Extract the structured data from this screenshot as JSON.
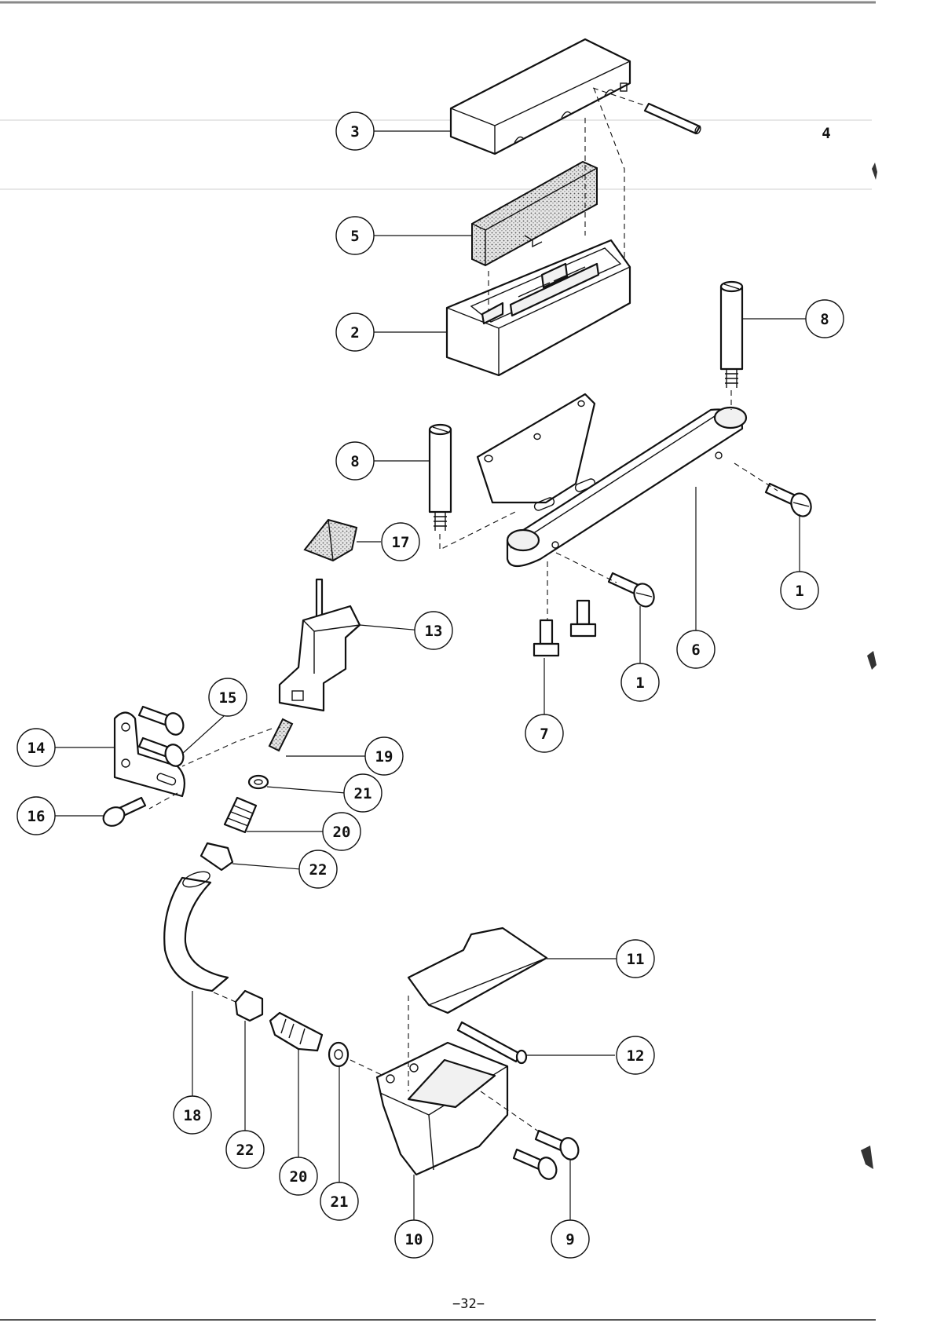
{
  "page_number": "−32−",
  "callouts": [
    {
      "id": "c3",
      "label": "3"
    },
    {
      "id": "c4",
      "label": "4"
    },
    {
      "id": "c5",
      "label": "5"
    },
    {
      "id": "c2",
      "label": "2"
    },
    {
      "id": "c8a",
      "label": "8"
    },
    {
      "id": "c8b",
      "label": "8"
    },
    {
      "id": "c17",
      "label": "17"
    },
    {
      "id": "c1a",
      "label": "1"
    },
    {
      "id": "c1b",
      "label": "1"
    },
    {
      "id": "c6",
      "label": "6"
    },
    {
      "id": "c13",
      "label": "13"
    },
    {
      "id": "c7",
      "label": "7"
    },
    {
      "id": "c15",
      "label": "15"
    },
    {
      "id": "c14",
      "label": "14"
    },
    {
      "id": "c19",
      "label": "19"
    },
    {
      "id": "c21a",
      "label": "21"
    },
    {
      "id": "c16",
      "label": "16"
    },
    {
      "id": "c20a",
      "label": "20"
    },
    {
      "id": "c22a",
      "label": "22"
    },
    {
      "id": "c11",
      "label": "11"
    },
    {
      "id": "c12",
      "label": "12"
    },
    {
      "id": "c18",
      "label": "18"
    },
    {
      "id": "c22b",
      "label": "22"
    },
    {
      "id": "c20b",
      "label": "20"
    },
    {
      "id": "c21b",
      "label": "21"
    },
    {
      "id": "c10",
      "label": "10"
    },
    {
      "id": "c9",
      "label": "9"
    }
  ]
}
